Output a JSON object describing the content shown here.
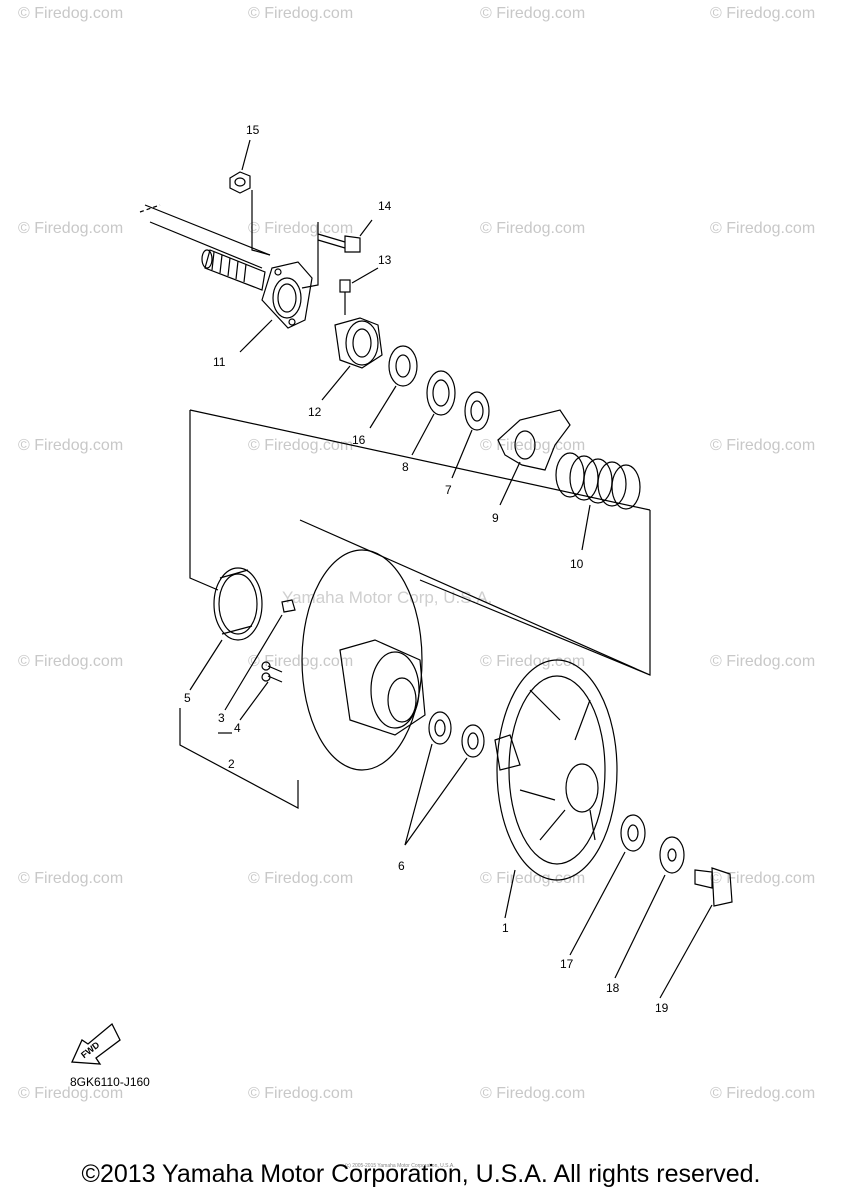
{
  "watermark_text": "© Firedog.com",
  "center_watermark": "Yamaha Motor Corp, U.S.A.",
  "part_labels": [
    "1",
    "2",
    "3",
    "4",
    "5",
    "6",
    "7",
    "8",
    "9",
    "10",
    "11",
    "12",
    "13",
    "14",
    "15",
    "16",
    "17",
    "18",
    "19"
  ],
  "diagram_code": "8GK6110-J160",
  "fwd_label": "FWD",
  "footer_copyright": "©2013 Yamaha Motor Corporation, U.S.A. All rights reserved.",
  "fine_print": "(c) 2005-2015 Yamaha Motor Corporation, U.S.A."
}
